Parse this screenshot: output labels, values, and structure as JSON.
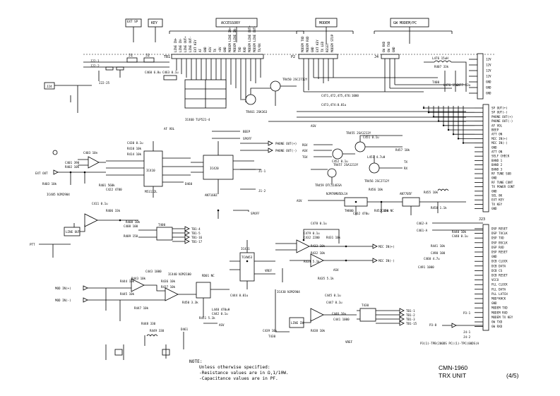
{
  "top_groups": {
    "ext_sp": "EXT SP",
    "key": "KEY",
    "accessory": "ACCESSORY",
    "modem": "MODEM",
    "gw_modem_pc": "GW MODEM/PC"
  },
  "connectors": {
    "tb1": "TB1",
    "p2": "P2",
    "j4": "J4",
    "j1": "J1",
    "j2": "J2",
    "j23": "J23",
    "j24": "J24"
  },
  "right_pins_upper": [
    "12V",
    "12V",
    "12V",
    "12V",
    "GND",
    "GND",
    "GND"
  ],
  "right_pins_mid": [
    "SP OUT(+)",
    "SP OUT(-)",
    "PHONE OUT(+)",
    "PHONE OUT(-)",
    "AF VOL",
    "BEEP",
    "ATT ON",
    "MIC IN(+)",
    "MIC IN(-)",
    "GND",
    "ATT ON",
    "SELF CHECK",
    "BAND 1",
    "BAND 2",
    "BAND 3",
    "RF TUNE SUB",
    "GND",
    "RF TUNE CONT",
    "TX POWER CONT",
    "GND",
    "SEL 8K",
    "EXT KEY",
    "TX KEY",
    "GND"
  ],
  "right_pins_lower": [
    "DSP RESET",
    "DSP TXCLK",
    "DSP TXD",
    "DSP BSCLK",
    "DSP RXD",
    "DSP RESET",
    "GND",
    "DCB CLOCK",
    "DCB DATA",
    "DCB CS",
    "DCB RESET",
    "VCCO",
    "PLL CLOCK",
    "PLL DATA",
    "PLL LATCH",
    "MOD*KHCK",
    "GND",
    "MODEM TXD",
    "MODEM RXD",
    "MODEM TX KEY",
    "GW TXD",
    "GW RXD"
  ],
  "ics": {
    "ic410": "IC410",
    "ic410_part": "M51132L",
    "ic420": "IC420",
    "ic420_part": "AN7168Z",
    "ic405": "IC405 NJM2904",
    "ic440": "IC440 NJM2100",
    "ic430": "IC430 NJM2904",
    "ic431": "IC431",
    "ic431_part": "TC4W53",
    "ic460": "IC460 TLP521-4",
    "ic_vreg": "NJM78M05DL1A",
    "an7705f": "AN7705F",
    "rd01": "RD01 NC"
  },
  "transistors": {
    "tr455": "TR455 2SA1213Y",
    "tr457": "TR457 2SA1213Y",
    "tr456": "TR456 2SC2712Y",
    "tr459": "TR459 DTC114ESA",
    "tr450": "TR450 2SC2712Y",
    "tr461": "TR461 2SK363"
  },
  "nets": {
    "ext_out": "EXT OUT",
    "ptt": "PTT",
    "asv": "ASV",
    "vref": "VREF",
    "tx": "TX",
    "rx": "RX",
    "beep": "BEEP",
    "spoff": "SPOFF",
    "phone_out_plus": "PHONE OUT(+)",
    "phone_out_minus": "PHONE OUT(-)",
    "mod_in_plus": "MOD IN(+)",
    "mod_in_minus": "MOD IN(-)",
    "mic_in_plus": "MIC IN(+)",
    "mic_in_minus": "MIC IN(-)",
    "tb1_4": "TB1-4",
    "tb1_5": "TB1-5",
    "tb1_16": "TB1-16",
    "tb1_17": "TB1-17",
    "tb1_1": "TB1-1",
    "tb1_2": "TB1-2",
    "tb1_3": "TB1-3",
    "tb1_15": "TB1-15",
    "p3_8": "P3-8",
    "p3_1": "P3-1",
    "j4_1": "J4-1",
    "j4_2": "J4-2",
    "line_in": "LINE IN",
    "line_out": "LINE OUT",
    "j1_1": "J1-1",
    "j1_2": "J1-2",
    "j22_1": "J22-1",
    "j22_2": "J22-2",
    "j22_25": "J22-25",
    "af_vol": "AF VOL",
    "j24": "J24"
  },
  "caps_note": "C471,472,475,476:1000",
  "caps_note2": "C473,474:0.01u",
  "misc_labels": [
    "C401 390",
    "R402 10k",
    "C403 10n",
    "R401 560k",
    "C422 4700",
    "R403 10k",
    "C430 0.1u",
    "R410 10k",
    "R414 10k",
    "C411 0.1u",
    "R406 33k",
    "R408 10k",
    "C408 100",
    "R409 150",
    "R407 33k",
    "T400",
    "L476 15uH",
    "C477 33u",
    "C478 0.1u",
    "C479 0.1u",
    "C432 2200",
    "R431 10k",
    "R433 10k",
    "R432 10k",
    "R434 5.1k",
    "R435 5.1k",
    "R436 10k",
    "R437 10k",
    "C443 1000",
    "R443 10k",
    "R444 10k",
    "R445 10k",
    "R447 10k",
    "R448 330",
    "R449 330",
    "R450 3.3k",
    "R451 5.1k",
    "L440 470uH",
    "C442 0.1u",
    "C444 0.01u",
    "C445 0.1u",
    "C447 0.1u",
    "C446 10u",
    "C441 1000",
    "R438 10k",
    "C439 10u",
    "T430",
    "R440 10k",
    "C440 0.1u",
    "R441 10k",
    "C490 100",
    "C491 1000",
    "D460",
    "D461",
    "TH800",
    "R452 10k",
    "C452 0.1u",
    "L451 4.7uH",
    "C451 0.1u",
    "R457 10k",
    "R456 10k",
    "R455 10k",
    "R458 1.1k",
    "C450 NC",
    "C462 470u",
    "C460 4.7u",
    "C461 0.01u"
  ],
  "notes": {
    "header": "NOTE:",
    "line1": "Unless otherwise specified:",
    "line2": "-Resistance values are in Ω,1/10W.",
    "line3": "-Capacitance values are in PF.",
    "footer_ref": "P3(1)-TPB(200DS PC)(1)-TPC(00DS)A"
  },
  "title": {
    "model": "CMN-1960",
    "unit": "TRX UNIT",
    "page": "(4/5)"
  }
}
